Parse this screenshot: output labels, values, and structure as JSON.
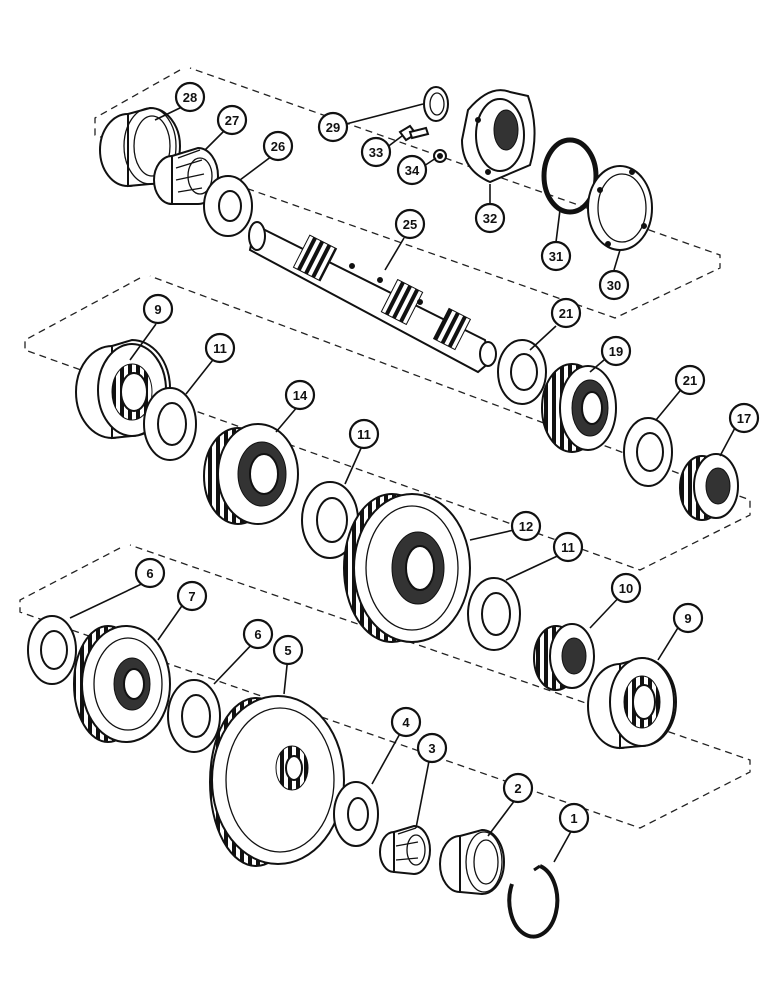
{
  "callouts": [
    {
      "id": "c28",
      "label": "28"
    },
    {
      "id": "c27",
      "label": "27"
    },
    {
      "id": "c26",
      "label": "26"
    },
    {
      "id": "c29",
      "label": "29"
    },
    {
      "id": "c33",
      "label": "33"
    },
    {
      "id": "c34",
      "label": "34"
    },
    {
      "id": "c32",
      "label": "32"
    },
    {
      "id": "c31",
      "label": "31"
    },
    {
      "id": "c30",
      "label": "30"
    },
    {
      "id": "c25",
      "label": "25"
    },
    {
      "id": "c21a",
      "label": "21"
    },
    {
      "id": "c19",
      "label": "19"
    },
    {
      "id": "c21b",
      "label": "21"
    },
    {
      "id": "c17",
      "label": "17"
    },
    {
      "id": "c9a",
      "label": "9"
    },
    {
      "id": "c11a",
      "label": "11"
    },
    {
      "id": "c14",
      "label": "14"
    },
    {
      "id": "c11b",
      "label": "11"
    },
    {
      "id": "c12",
      "label": "12"
    },
    {
      "id": "c11c",
      "label": "11"
    },
    {
      "id": "c10",
      "label": "10"
    },
    {
      "id": "c9b",
      "label": "9"
    },
    {
      "id": "c6a",
      "label": "6"
    },
    {
      "id": "c7",
      "label": "7"
    },
    {
      "id": "c6b",
      "label": "6"
    },
    {
      "id": "c5",
      "label": "5"
    },
    {
      "id": "c4",
      "label": "4"
    },
    {
      "id": "c3",
      "label": "3"
    },
    {
      "id": "c2",
      "label": "2"
    },
    {
      "id": "c1",
      "label": "1"
    }
  ]
}
